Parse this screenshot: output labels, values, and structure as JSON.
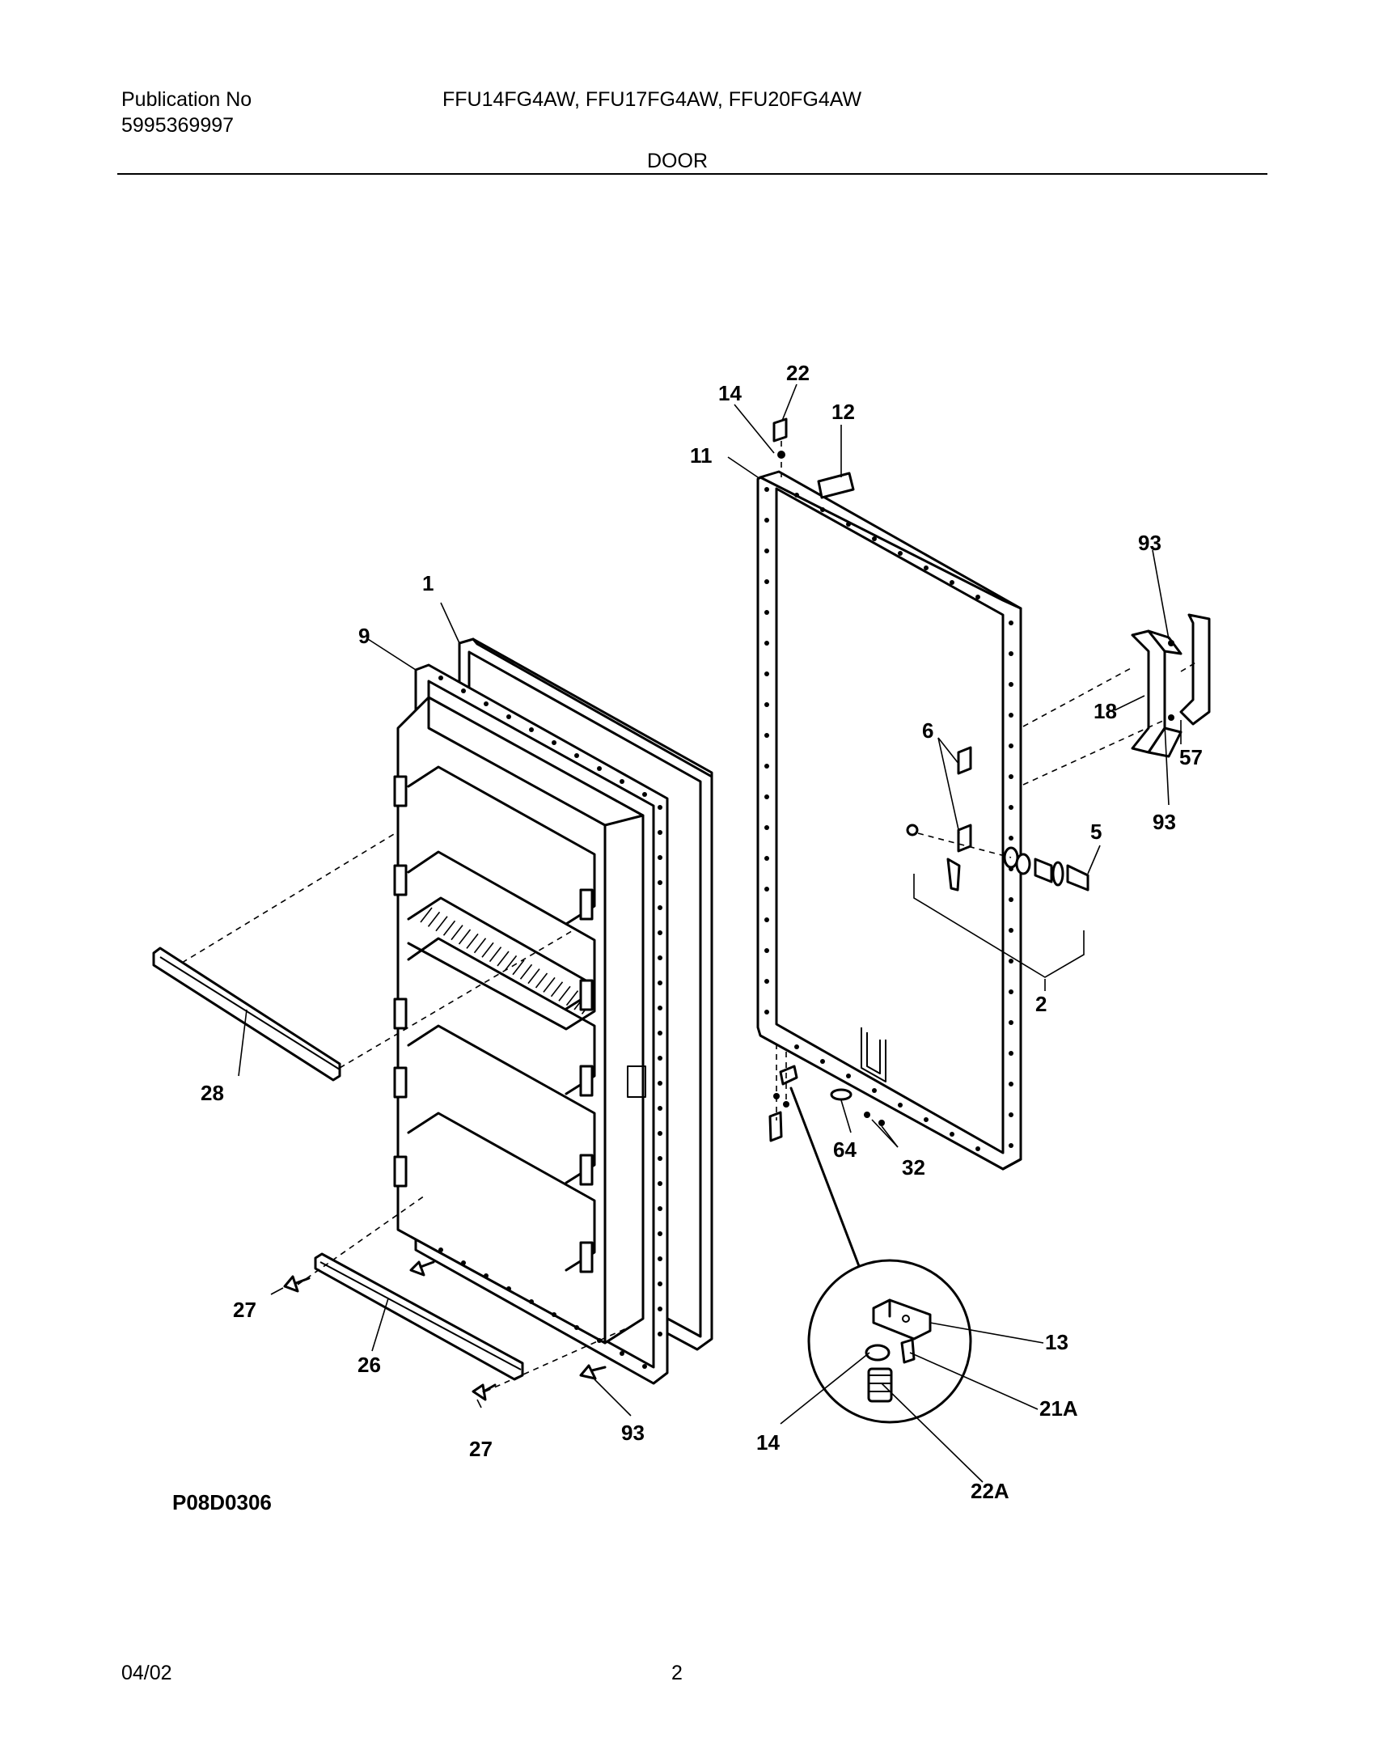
{
  "header": {
    "publication_label": "Publication No",
    "publication_number": "5995369997",
    "models": "FFU14FG4AW, FFU17FG4AW, FFU20FG4AW",
    "section_title": "DOOR"
  },
  "diagram": {
    "code": "P08D0306",
    "callouts": {
      "c1": "1",
      "c2": "2",
      "c5": "5",
      "c6": "6",
      "c9": "9",
      "c11": "11",
      "c12": "12",
      "c13": "13",
      "c14_top": "14",
      "c14_bottom": "14",
      "c18": "18",
      "c21a": "21A",
      "c22_top": "22",
      "c22a": "22A",
      "c26": "26",
      "c27_left": "27",
      "c27_bottom": "27",
      "c28": "28",
      "c32": "32",
      "c57": "57",
      "c64": "64",
      "c93_top": "93",
      "c93_mid": "93",
      "c93_bottom": "93"
    }
  },
  "footer": {
    "date": "04/02",
    "page": "2"
  }
}
